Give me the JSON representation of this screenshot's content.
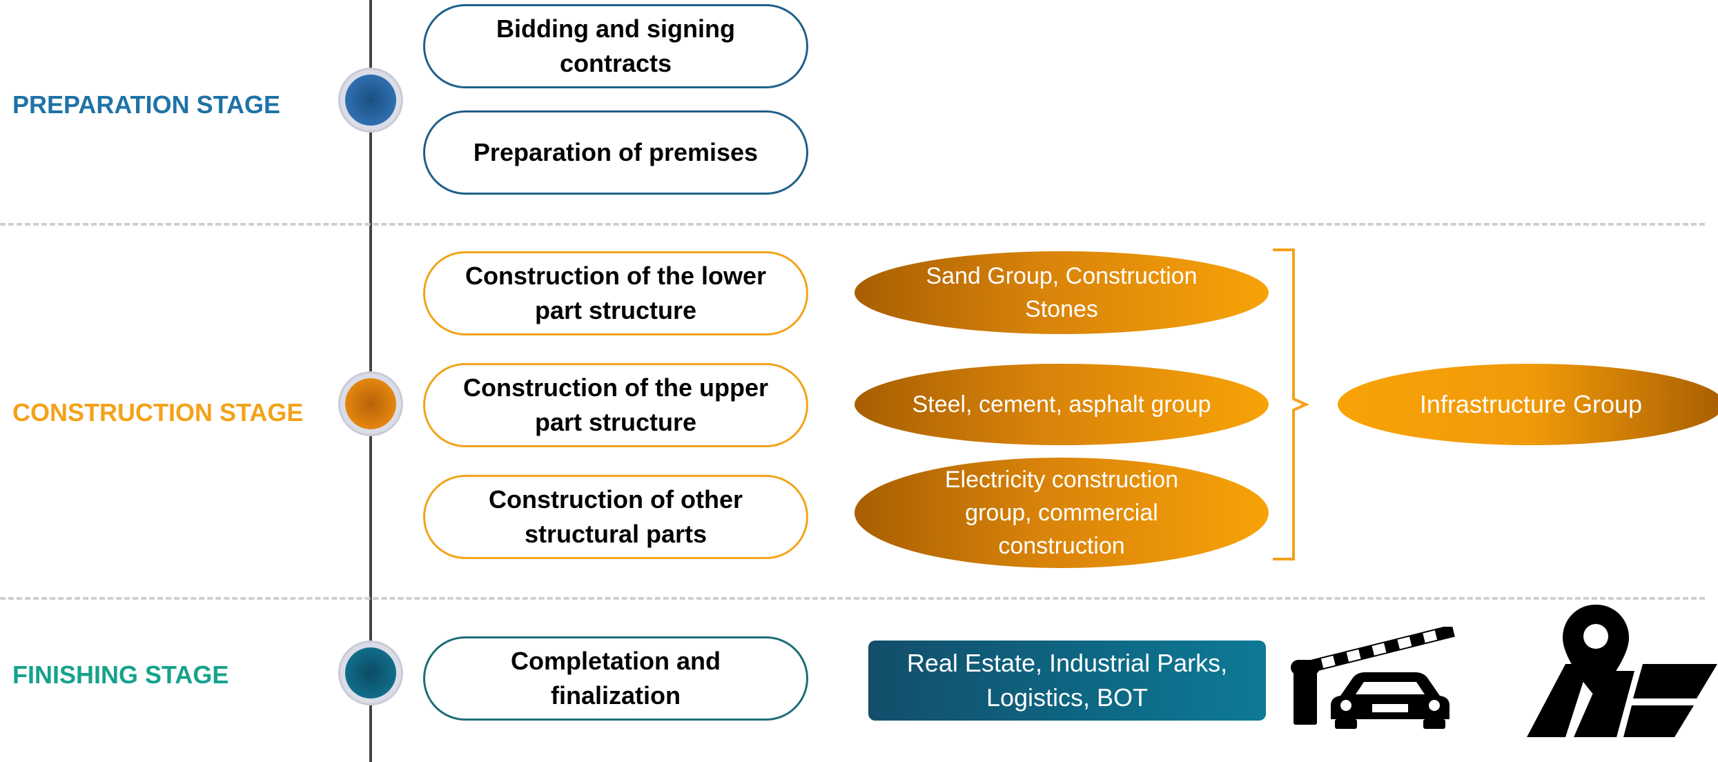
{
  "stages": {
    "preparation": {
      "label": "PREPARATION STAGE",
      "color": "#1e72a6",
      "items": [
        "Bidding and signing contracts",
        "Preparation of premises"
      ]
    },
    "construction": {
      "label": "CONSTRUCTION STAGE",
      "color": "#f3a21a",
      "items": [
        "Construction of the lower part structure",
        "Construction of the upper part structure",
        "Construction of other structural parts"
      ],
      "groups": [
        "Sand Group, Construction Stones",
        "Steel, cement, asphalt group",
        "Electricity construction group, commercial construction"
      ],
      "target": "Infrastructure Group"
    },
    "finishing": {
      "label": "FINISHING STAGE",
      "color": "#16a28c",
      "items": [
        "Completation and finalization"
      ],
      "target": "Real Estate, Industrial Parks, Logistics, BOT"
    }
  },
  "icons": [
    "car-barrier-icon",
    "map-location-icon"
  ],
  "colors": {
    "preparation_dot": "#2b6aa8",
    "construction_dot": "#e4860f",
    "finishing_dot": "#116d8a",
    "orange_gradient_dark": "#a85f02",
    "orange_gradient_light": "#f8a208",
    "teal_box": "#0e6783"
  }
}
